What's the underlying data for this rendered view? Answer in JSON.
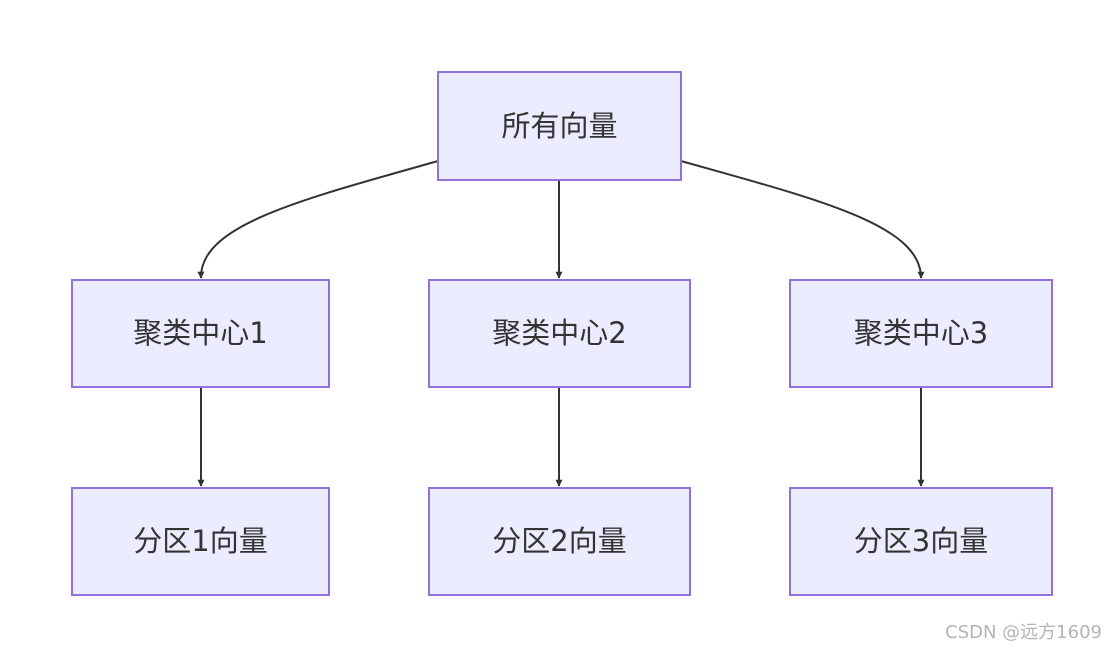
{
  "nodes": {
    "root": "所有向量",
    "center1": "聚类中心1",
    "center2": "聚类中心2",
    "center3": "聚类中心3",
    "part1": "分区1向量",
    "part2": "分区2向量",
    "part3": "分区3向量"
  },
  "edges": [
    [
      "root",
      "center1"
    ],
    [
      "root",
      "center2"
    ],
    [
      "root",
      "center3"
    ],
    [
      "center1",
      "part1"
    ],
    [
      "center2",
      "part2"
    ],
    [
      "center3",
      "part3"
    ]
  ],
  "watermark": "CSDN @远方1609",
  "colors": {
    "node_fill": "#ECECFF",
    "node_stroke": "#9370DB",
    "edge": "#333333",
    "text": "#333333",
    "watermark": "#B4B4B4"
  }
}
